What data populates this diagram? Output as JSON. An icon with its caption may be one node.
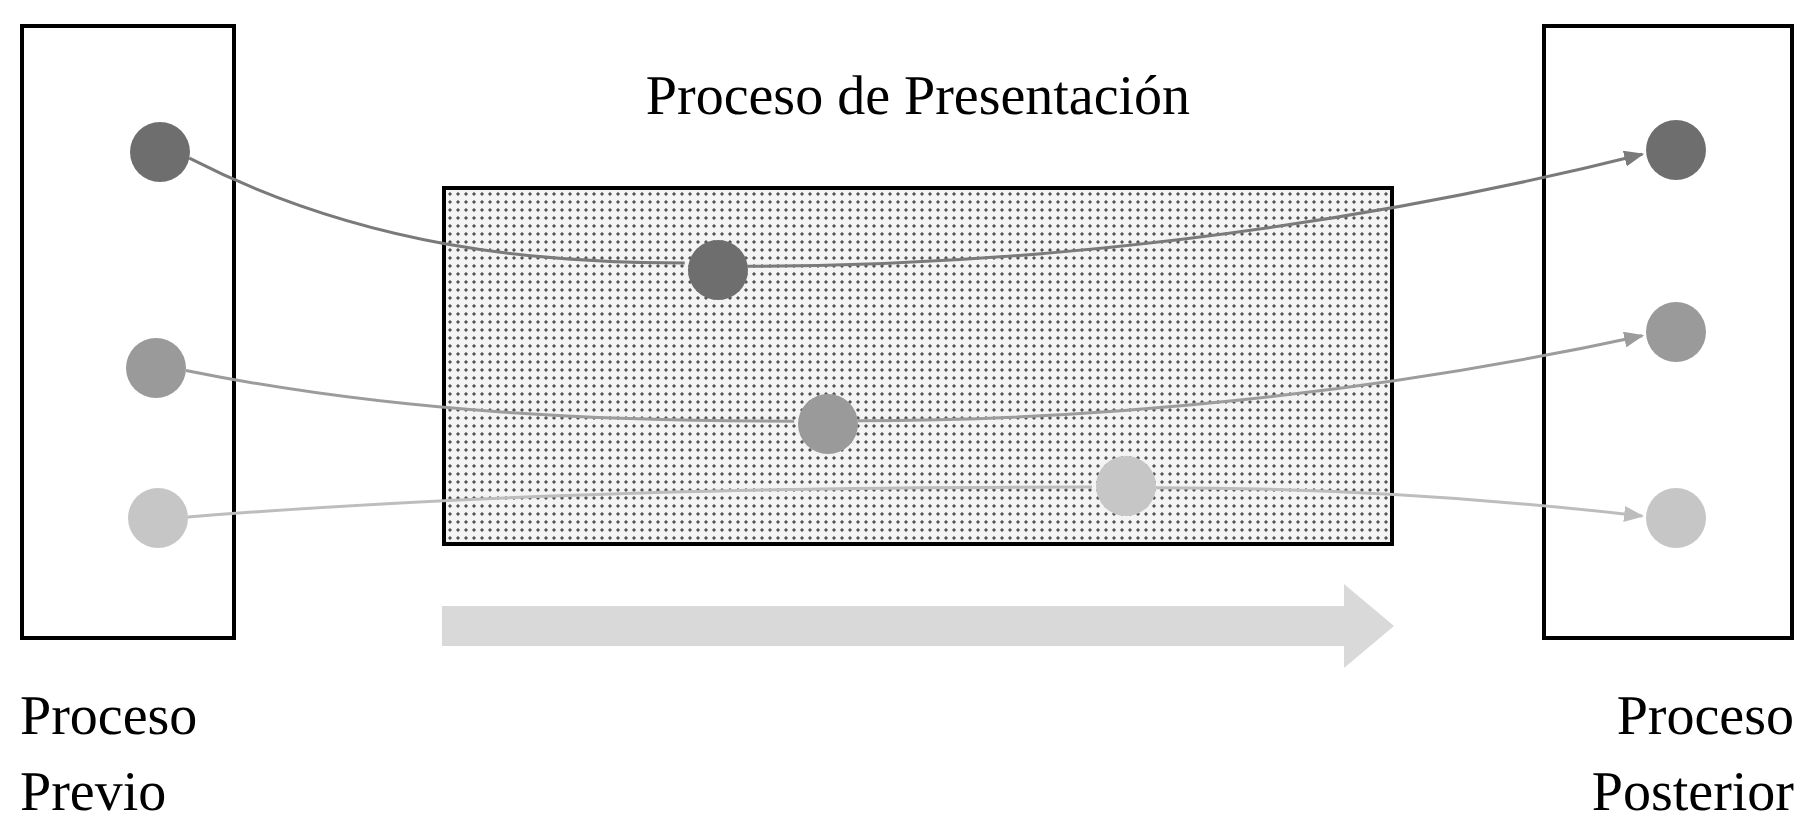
{
  "diagram": {
    "nodes": [
      {
        "text": [
          "Proceso Previo"
        ]
      },
      {
        "text": [
          "Proceso de Presentación"
        ]
      },
      {
        "text": [
          "Proceso Posterior"
        ]
      },
      {
        "text": [],
        "shape": "circle",
        "in": 0
      },
      {
        "text": [],
        "shape": "circle",
        "in": 0
      },
      {
        "text": [],
        "shape": "circle",
        "in": 0
      },
      {
        "text": [],
        "shape": "circle",
        "in": 1
      },
      {
        "text": [],
        "shape": "circle",
        "in": 1
      },
      {
        "text": [],
        "shape": "circle",
        "in": 1
      },
      {
        "text": [],
        "shape": "circle",
        "in": 2
      },
      {
        "text": [],
        "shape": "circle",
        "in": 2
      },
      {
        "text": [],
        "shape": "circle",
        "in": 2
      }
    ],
    "edges": [
      {
        "from": 3,
        "to": 6,
        "arrow": "none",
        "color": "#7a7a7a"
      },
      {
        "from": 6,
        "to": 9,
        "arrow": "to",
        "color": "#7a7a7a"
      },
      {
        "from": 4,
        "to": 7,
        "arrow": "none",
        "color": "#9c9c9c"
      },
      {
        "from": 7,
        "to": 10,
        "arrow": "to",
        "color": "#9c9c9c"
      },
      {
        "from": 5,
        "to": 8,
        "arrow": "none",
        "color": "#bdbdbd"
      },
      {
        "from": 8,
        "to": 11,
        "arrow": "to",
        "color": "#bdbdbd"
      }
    ]
  }
}
